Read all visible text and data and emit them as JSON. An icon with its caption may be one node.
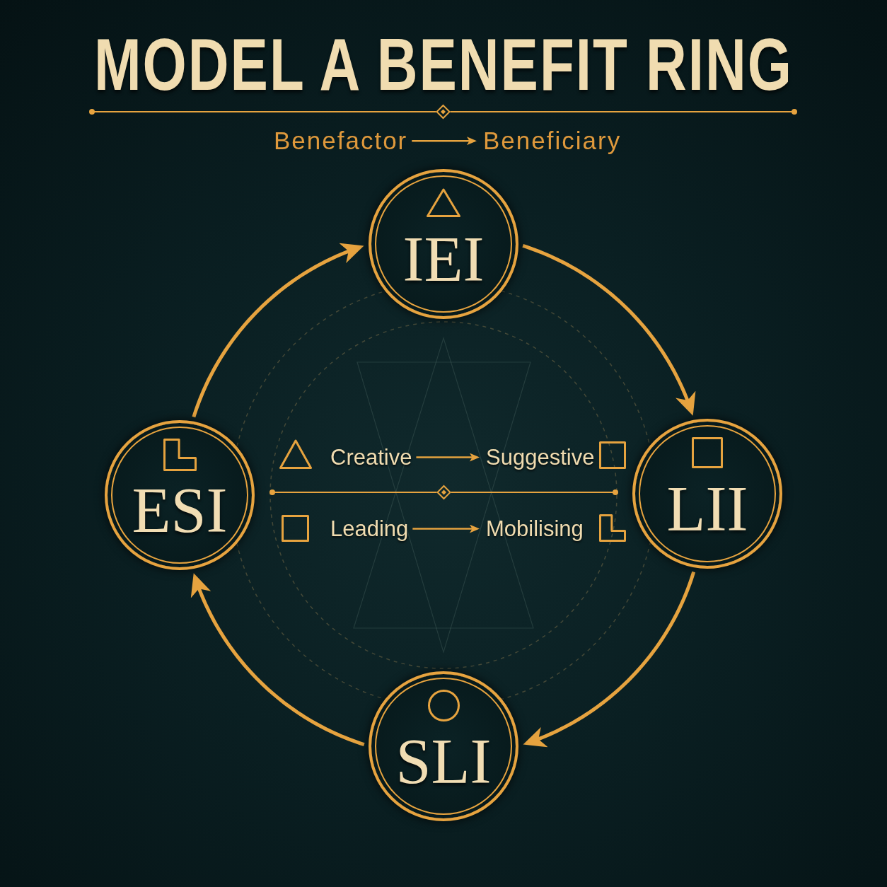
{
  "diagram": {
    "title": "MODEL A BENEFIT RING",
    "nodes": [
      {
        "text": [
          "Benefactor"
        ]
      },
      {
        "text": [
          "Beneficiary"
        ]
      },
      {
        "text": [
          "IEI"
        ]
      },
      {
        "text": [
          "ESI"
        ]
      },
      {
        "text": [
          "Creative"
        ]
      },
      {
        "text": [
          "Suggestive"
        ]
      },
      {
        "text": [
          "Leading"
        ]
      },
      {
        "text": [
          "Mobilising"
        ]
      },
      {
        "text": [
          "LII"
        ]
      },
      {
        "text": [
          "SLI"
        ]
      }
    ],
    "edges": [
      {
        "from": 0,
        "to": 1,
        "arrow": "to"
      },
      {
        "from": 3,
        "to": 2,
        "arrow": "to"
      },
      {
        "from": 2,
        "to": 8,
        "arrow": "to"
      },
      {
        "from": 8,
        "to": 9,
        "arrow": "to"
      },
      {
        "from": 9,
        "to": 3,
        "arrow": "to"
      },
      {
        "from": 4,
        "to": 5,
        "arrow": "to"
      },
      {
        "from": 6,
        "to": 7,
        "arrow": "to"
      }
    ]
  }
}
